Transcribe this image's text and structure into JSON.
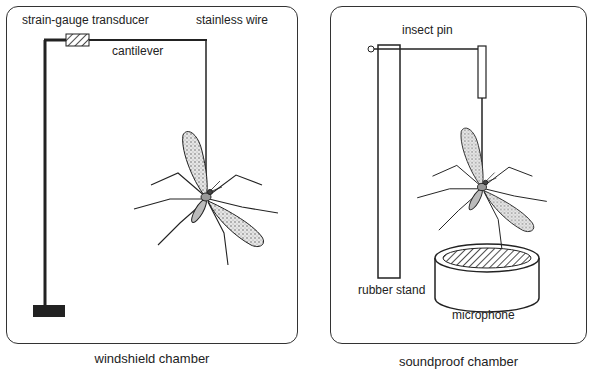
{
  "diagram": {
    "nodes": [
      {
        "text": [
          "windshield chamber"
        ]
      },
      {
        "text": [
          "soundproof chamber"
        ]
      }
    ],
    "labels": [
      "strain-gauge transducer",
      "cantilever",
      "stainless wire",
      "insect pin",
      "rubber stand",
      "microphone"
    ]
  }
}
